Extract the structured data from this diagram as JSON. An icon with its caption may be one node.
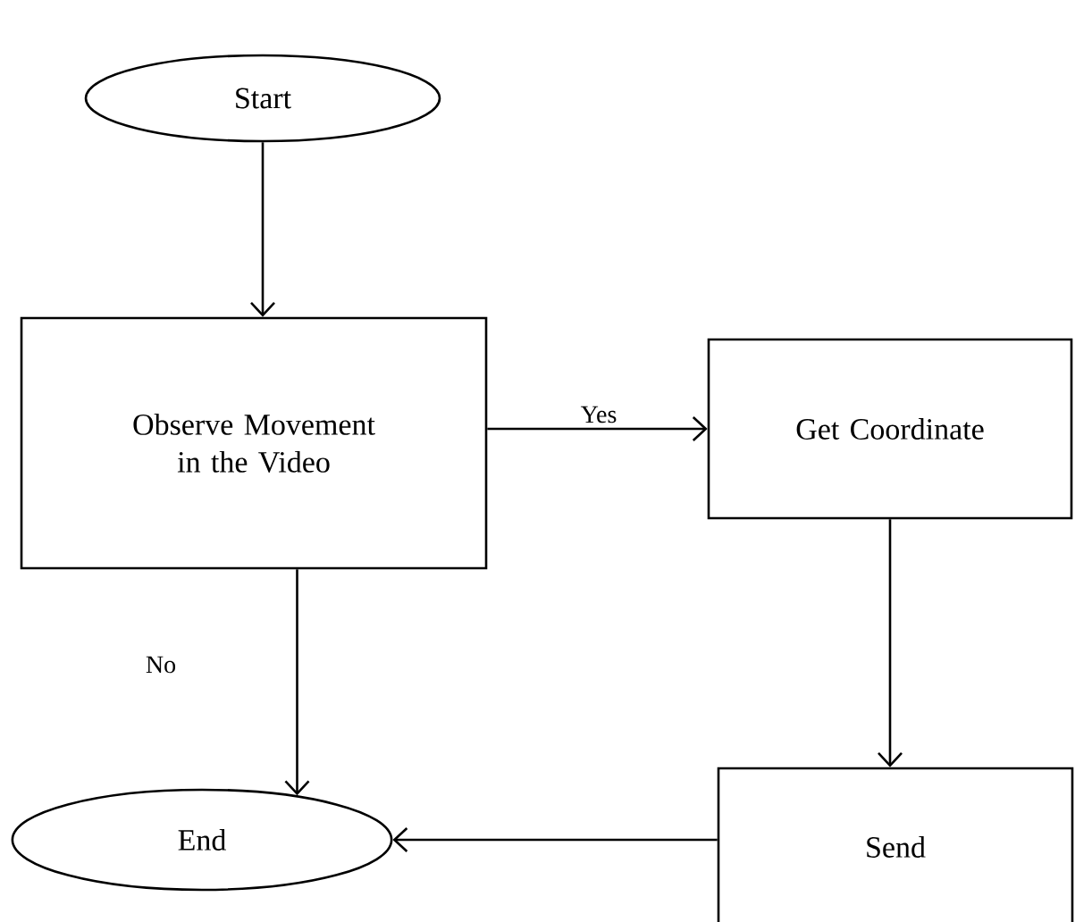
{
  "diagram": {
    "nodes": [
      {
        "text": [
          "Start"
        ]
      },
      {
        "text": [
          "Observe Movement in the Video"
        ]
      },
      {
        "text": [
          "Get Coordinate"
        ]
      },
      {
        "text": [
          "Send"
        ]
      },
      {
        "text": [
          "End"
        ]
      }
    ],
    "edges": [
      {
        "from": 0,
        "to": 1,
        "arrow": "to"
      },
      {
        "from": 1,
        "to": 2,
        "arrow": "to",
        "label": "Yes"
      },
      {
        "from": 2,
        "to": 3,
        "arrow": "to"
      },
      {
        "from": 1,
        "to": 4,
        "arrow": "to",
        "label": "No"
      },
      {
        "from": 3,
        "to": 4,
        "arrow": "to"
      }
    ]
  }
}
